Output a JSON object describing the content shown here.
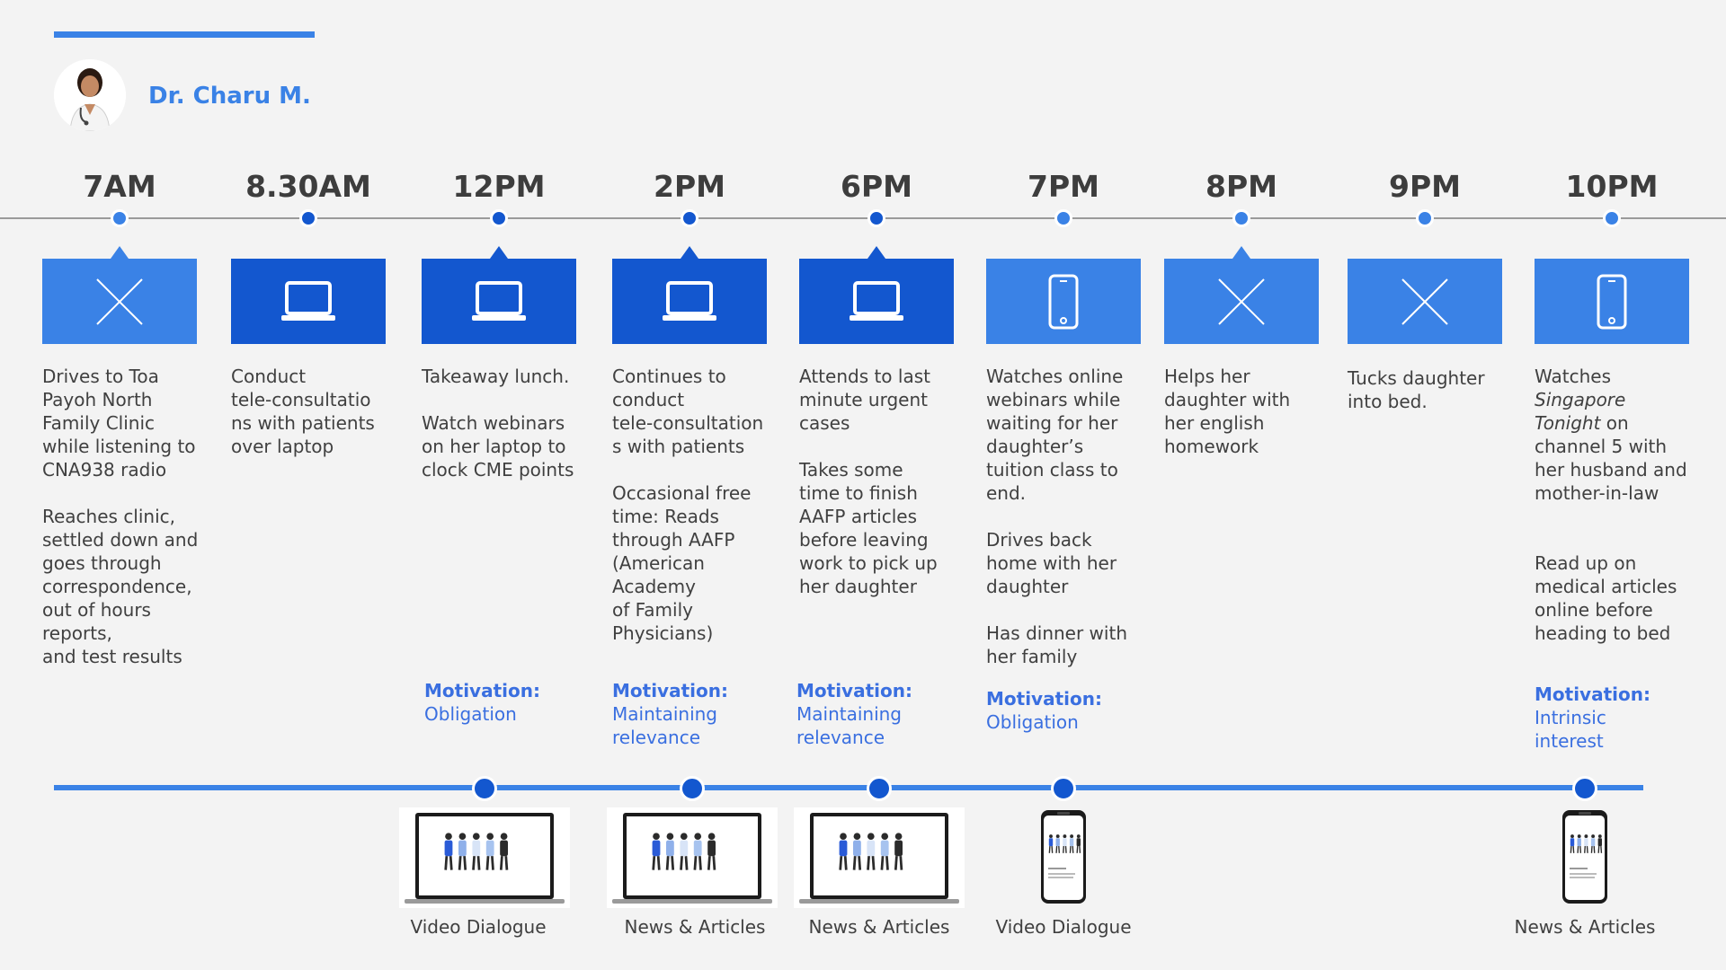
{
  "persona": {
    "name": "Dr. Charu M."
  },
  "timeline": [
    {
      "time": "7AM",
      "icon": "close-x-icon",
      "style": "light",
      "pointer": true,
      "description": "Drives to Toa\nPayoh North\nFamily Clinic\nwhile listening to\nCNA938 radio\n\nReaches clinic,\nsettled down and\ngoes through\ncorrespondence,\nout of hours\nreports,\nand test results",
      "motivation_label": "",
      "motivation": ""
    },
    {
      "time": "8.30AM",
      "icon": "laptop-icon",
      "style": "dark",
      "pointer": false,
      "description": "Conduct\ntele-consultatio\nns with patients\nover laptop",
      "motivation_label": "",
      "motivation": ""
    },
    {
      "time": "12PM",
      "icon": "laptop-icon",
      "style": "dark",
      "pointer": true,
      "description": "Takeaway lunch.\n\nWatch webinars\non her laptop to\nclock CME points",
      "motivation_label": "Motivation:",
      "motivation": "Obligation"
    },
    {
      "time": "2PM",
      "icon": "laptop-icon",
      "style": "dark",
      "pointer": true,
      "description": "Continues to\nconduct\ntele-consultation\ns with patients\n\nOccasional free\ntime: Reads\nthrough AAFP\n(American\nAcademy\nof Family\nPhysicians)",
      "motivation_label": "Motivation:",
      "motivation": "Maintaining\nrelevance"
    },
    {
      "time": "6PM",
      "icon": "laptop-icon",
      "style": "dark",
      "pointer": true,
      "description": "Attends to last\nminute urgent\ncases\n\nTakes some\ntime to finish\nAAFP articles\nbefore leaving\nwork to pick up\nher daughter",
      "motivation_label": "Motivation:",
      "motivation": "Maintaining\nrelevance"
    },
    {
      "time": "7PM",
      "icon": "phone-icon",
      "style": "light",
      "pointer": false,
      "description": "Watches online\nwebinars while\nwaiting for her\ndaughter’s\ntuition class to\nend.\n\nDrives back\nhome with her\ndaughter\n\nHas dinner with\nher family",
      "motivation_label": "Motivation:",
      "motivation": "Obligation"
    },
    {
      "time": "8PM",
      "icon": "close-x-icon",
      "style": "light",
      "pointer": true,
      "description": "Helps her\ndaughter with\nher english\nhomework",
      "motivation_label": "",
      "motivation": ""
    },
    {
      "time": "9PM",
      "icon": "close-x-icon",
      "style": "light",
      "pointer": false,
      "description": "Tucks daughter\ninto bed.",
      "motivation_label": "",
      "motivation": ""
    },
    {
      "time": "10PM",
      "icon": "phone-icon",
      "style": "light",
      "pointer": false,
      "description_parts": [
        "Watches",
        "Singapore\nTonight",
        " on\nchannel 5 with\nher husband and\nmother-in-law\n\n\nRead up on\nmedical articles\nonline before\nheading to bed"
      ],
      "motivation_label": "Motivation:",
      "motivation": "Intrinsic\ninterest"
    }
  ],
  "media": [
    {
      "type": "laptop",
      "label": "Video Dialogue"
    },
    {
      "type": "laptop",
      "label": "News & Articles"
    },
    {
      "type": "laptop",
      "label": "News & Articles"
    },
    {
      "type": "phone",
      "label": "Video Dialogue"
    },
    {
      "type": "phone",
      "label": "News & Articles"
    }
  ],
  "colors": {
    "accent": "#3a82e6",
    "dark": "#1357cf",
    "motivation": "#3a6fe0"
  }
}
